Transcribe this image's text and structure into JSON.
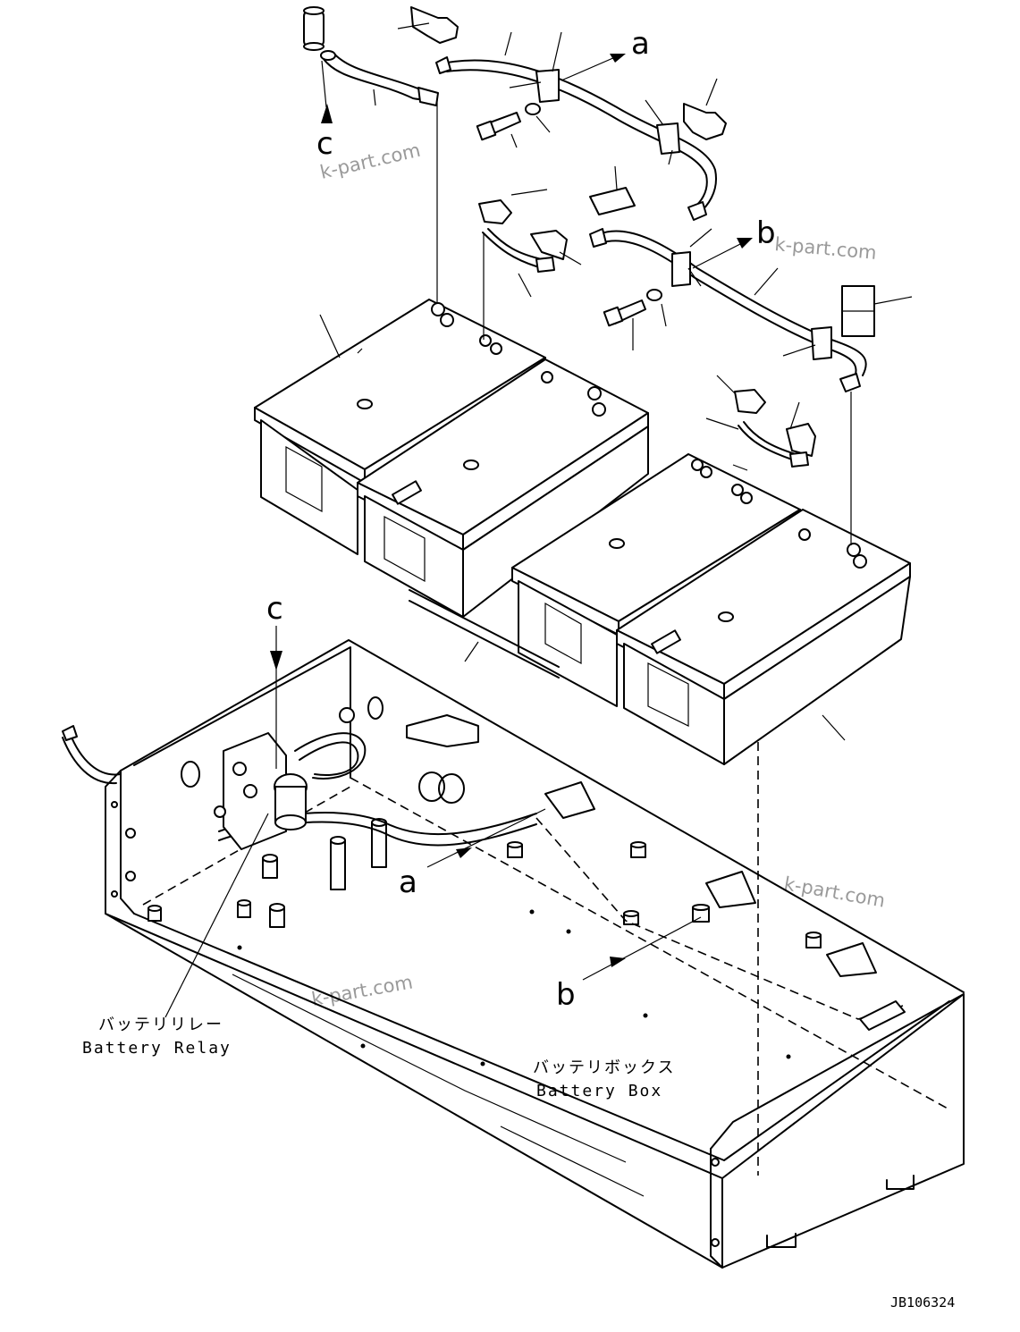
{
  "labels": {
    "relay_jp": "バッテリリレー",
    "relay_en": "Battery Relay",
    "box_jp": "バッテリボックス",
    "box_en": "Battery Box",
    "drawing_number": "JB106324"
  },
  "callouts": {
    "a_top": "a",
    "b_top": "b",
    "c_top": "c",
    "c_mid": "c",
    "a_bottom": "a",
    "b_bottom": "b"
  },
  "watermarks": [
    "k-part.com",
    "k-part.com",
    "k-part.com",
    "k-part.com"
  ]
}
